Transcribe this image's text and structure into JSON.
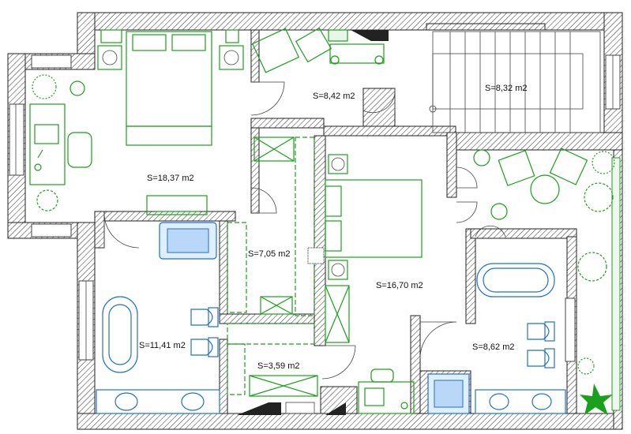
{
  "rooms": [
    {
      "id": "bedroom-1",
      "area": "S=18,37 m2"
    },
    {
      "id": "hall-top",
      "area": "S=8,42 m2"
    },
    {
      "id": "stairs",
      "area": "S=8,32 m2"
    },
    {
      "id": "wardrobe",
      "area": "S=7,05 m2"
    },
    {
      "id": "bedroom-2",
      "area": "S=16,70 m2"
    },
    {
      "id": "bathroom-1",
      "area": "S=11,41 m2"
    },
    {
      "id": "closet",
      "area": "S=3,59 m2"
    },
    {
      "id": "bathroom-2",
      "area": "S=8,62 m2"
    }
  ],
  "colors": {
    "furniture": "#1aa01a",
    "sanitary": "#1e6fd6",
    "walls": "#222222"
  }
}
